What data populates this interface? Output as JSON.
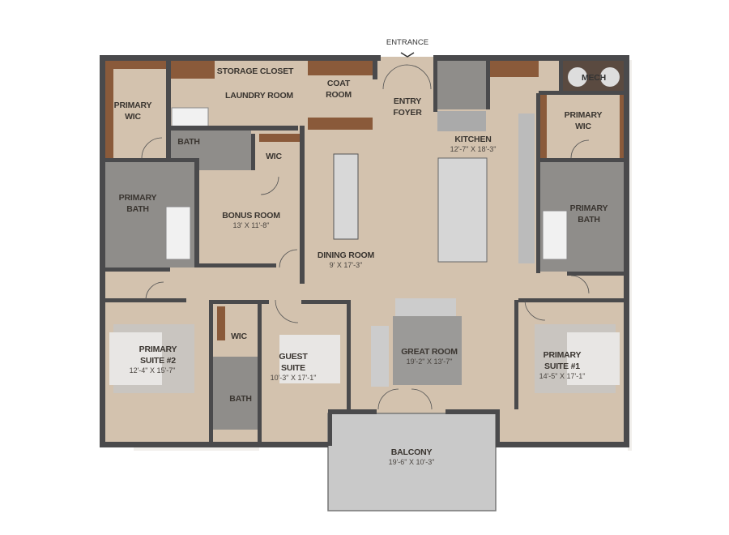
{
  "entrance": "ENTRANCE",
  "rooms": {
    "storage_closet": {
      "name": "STORAGE CLOSET"
    },
    "laundry_room": {
      "name": "LAUNDRY ROOM"
    },
    "coat_room": {
      "name1": "COAT",
      "name2": "ROOM"
    },
    "entry_foyer": {
      "name1": "ENTRY",
      "name2": "FOYER"
    },
    "primary_wic_left": {
      "name1": "PRIMARY",
      "name2": "WIC"
    },
    "bath_upper": {
      "name": "BATH"
    },
    "wic_upper": {
      "name": "WIC"
    },
    "primary_bath_left": {
      "name1": "PRIMARY",
      "name2": "BATH"
    },
    "bonus_room": {
      "name": "BONUS ROOM",
      "dim": "13' X 11'-8\""
    },
    "dining_room": {
      "name": "DINING ROOM",
      "dim": "9' X 17'-3\""
    },
    "kitchen": {
      "name": "KITCHEN",
      "dim": "12'-7\" X 18'-3\""
    },
    "mech": {
      "name": "MECH"
    },
    "primary_wic_right": {
      "name1": "PRIMARY",
      "name2": "WIC"
    },
    "primary_bath_right": {
      "name1": "PRIMARY",
      "name2": "BATH"
    },
    "primary_suite_2": {
      "name1": "PRIMARY",
      "name2": "SUITE #2",
      "dim": "12'-4\" X 15'-7\""
    },
    "wic_lower": {
      "name": "WIC"
    },
    "bath_lower": {
      "name": "BATH"
    },
    "guest_suite": {
      "name1": "GUEST",
      "name2": "SUITE",
      "dim": "10'-3\" X 17'-1\""
    },
    "great_room": {
      "name": "GREAT ROOM",
      "dim": "19'-2\" X 13'-7\""
    },
    "primary_suite_1": {
      "name1": "PRIMARY",
      "name2": "SUITE #1",
      "dim": "14'-5\" X 17'-1\""
    },
    "balcony": {
      "name": "BALCONY",
      "dim": "19'-6\" X 10'-3\""
    }
  },
  "colors": {
    "wall": "#4a4a4c",
    "wood_floor": "#d3c2ae",
    "tile": "#8f8d8a",
    "closet_wood": "#8a5a3a",
    "balcony": "#c9c9c9"
  }
}
